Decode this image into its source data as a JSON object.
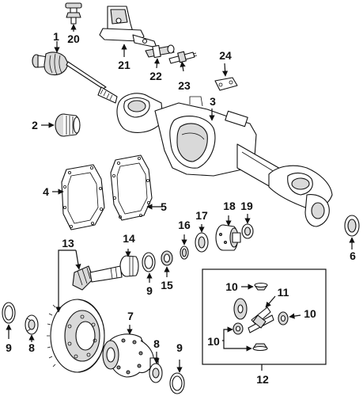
{
  "callouts": {
    "c1": "1",
    "c2": "2",
    "c3": "3",
    "c4": "4",
    "c5": "5",
    "c6": "6",
    "c7": "7",
    "c8a": "8",
    "c8b": "8",
    "c9a": "9",
    "c9b": "9",
    "c9c": "9",
    "c10a": "10",
    "c10b": "10",
    "c10c": "10",
    "c11": "11",
    "c12": "12",
    "c13": "13",
    "c14": "14",
    "c15": "15",
    "c16": "16",
    "c17": "17",
    "c18": "18",
    "c19": "19",
    "c20": "20",
    "c21": "21",
    "c22": "22",
    "c23": "23",
    "c24": "24"
  }
}
